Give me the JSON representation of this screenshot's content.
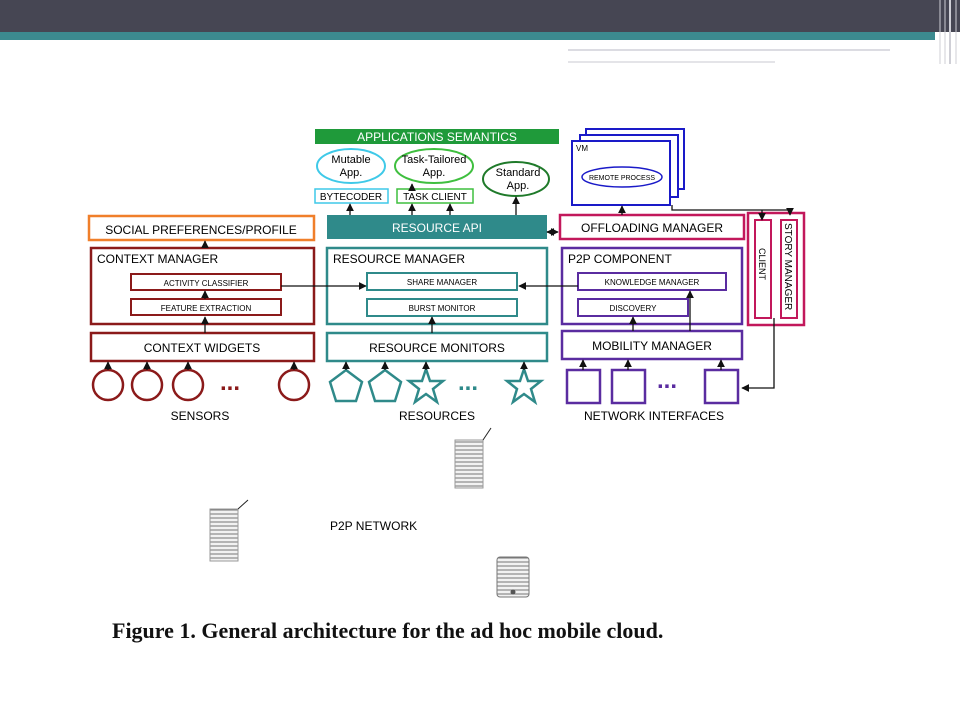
{
  "slide": {
    "caption": "Figure 1. General architecture for the ad hoc mobile cloud.",
    "colors": {
      "topbar": "#464653",
      "accent": "#3c8a8f"
    }
  },
  "diagram": {
    "applications_semantics": "APPLICATIONS SEMANTICS",
    "mutable_app": [
      "Mutable",
      "App."
    ],
    "task_tailored_app": [
      "Task-Tailored",
      "App."
    ],
    "standard_app": [
      "Standard",
      "App."
    ],
    "bytecoder": "BYTECODER",
    "task_client": "TASK CLIENT",
    "vm_label": "VM",
    "remote_process": "REMOTE PROCESS",
    "social_preferences": "SOCIAL PREFERENCES/PROFILE",
    "resource_api": "RESOURCE API",
    "offloading_manager": "OFFLOADING MANAGER",
    "client": "CLIENT",
    "story_manager": "STORY MANAGER",
    "context_manager": "CONTEXT MANAGER",
    "activity_classifier": "ACTIVITY CLASSIFIER",
    "feature_extraction": "FEATURE EXTRACTION",
    "resource_manager": "RESOURCE MANAGER",
    "share_manager": "SHARE MANAGER",
    "burst_monitor": "BURST MONITOR",
    "p2p_component": "P2P COMPONENT",
    "knowledge_manager": "KNOWLEDGE MANAGER",
    "discovery": "DISCOVERY",
    "context_widgets": "CONTEXT WIDGETS",
    "resource_monitors": "RESOURCE MONITORS",
    "mobility_manager": "MOBILITY MANAGER",
    "ellipsis": "...",
    "sensors": "SENSORS",
    "resources": "RESOURCES",
    "network_interfaces": "NETWORK INTERFACES",
    "p2p_network": "P2P NETWORK",
    "colors": {
      "green": "#1f9a3a",
      "teal": "#2f8a8a",
      "maroon": "#8b1a1a",
      "purple": "#5a2ca0",
      "magenta": "#c2185b",
      "orange": "#f07f2a",
      "blue": "#1a1ac8",
      "cyan": "#3fc9e8",
      "lime": "#3fbf3f"
    }
  }
}
